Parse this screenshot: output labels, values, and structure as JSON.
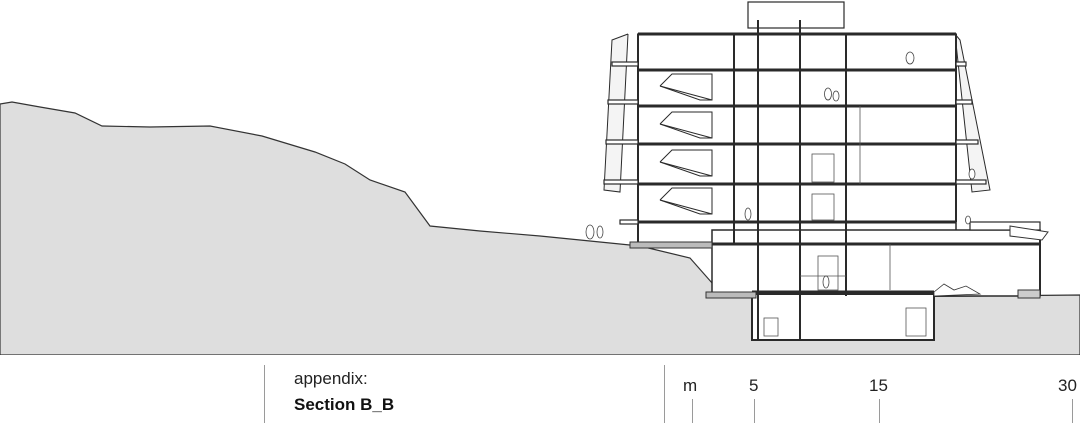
{
  "caption": {
    "subtitle": "appendix:",
    "title": "Section B_B"
  },
  "scale": {
    "unit": "m",
    "marks": [
      "5",
      "15",
      "30"
    ]
  },
  "colors": {
    "ground_fill": "#dedede",
    "line": "#2a2a2a",
    "rule": "#9a9a9a"
  }
}
